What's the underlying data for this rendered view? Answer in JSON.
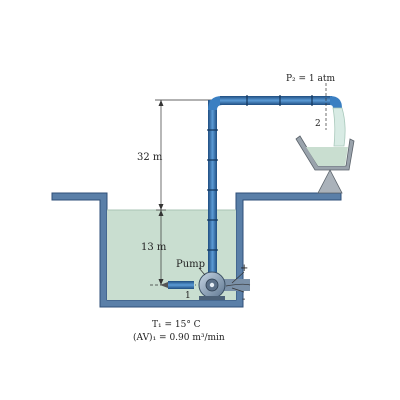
{
  "labels": {
    "p2": "P₂ = 1 atm",
    "point2": "2",
    "height_upper": "32 m",
    "height_lower": "13 m",
    "pump": "Pump",
    "point1": "1",
    "plus": "+",
    "minus": "-",
    "t1": "T₁ = 15° C",
    "flow": "(AV)₁ = 0.90 m³/min"
  },
  "colors": {
    "water": "#c9ded0",
    "ground": "#5a7fa8",
    "ground_edge": "#2f4f78",
    "pipe": "#2f6fb3",
    "pipe_dark": "#1f4d80",
    "tank": "#9aa3ac",
    "pump": "#8fa4b8"
  }
}
